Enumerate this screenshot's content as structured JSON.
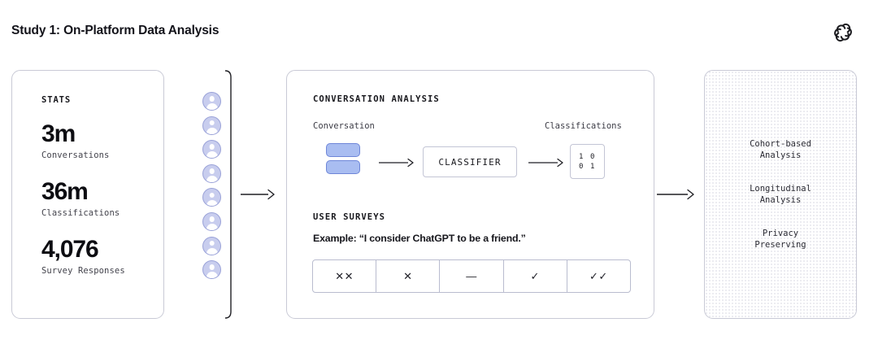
{
  "header": {
    "title": "Study 1: On-Platform Data Analysis",
    "logo_icon": "openai-logo-icon"
  },
  "stats_card": {
    "heading": "STATS",
    "items": [
      {
        "value": "3m",
        "label": "Conversations"
      },
      {
        "value": "36m",
        "label": "Classifications"
      },
      {
        "value": "4,076",
        "label": "Survey Responses"
      }
    ]
  },
  "users": {
    "avatar_icon": "user-avatar-icon",
    "count": 8
  },
  "connectors": {
    "bracket_icon": "curly-bracket-icon",
    "arrow_icon": "arrow-right-icon"
  },
  "analysis_panel": {
    "conversation_analysis": {
      "heading": "CONVERSATION ANALYSIS",
      "left_label": "Conversation",
      "right_label": "Classifications",
      "bubble_icon": "chat-bubble-icon",
      "classifier_label": "CLASSIFIER",
      "matrix_row_1": "1 0",
      "matrix_row_2": "0 1"
    },
    "user_surveys": {
      "heading": "USER SURVEYS",
      "example": "Example: “I consider ChatGPT to be a friend.”",
      "scale": [
        {
          "glyph": "✕✕",
          "icon": "double-cross-icon"
        },
        {
          "glyph": "✕",
          "icon": "cross-icon"
        },
        {
          "glyph": "—",
          "icon": "dash-icon"
        },
        {
          "glyph": "✓",
          "icon": "check-icon"
        },
        {
          "glyph": "✓✓",
          "icon": "double-check-icon"
        }
      ]
    }
  },
  "outputs_panel": {
    "items": [
      "Cohort-based\nAnalysis",
      "Longitudinal\nAnalysis",
      "Privacy\nPreserving"
    ]
  },
  "colors": {
    "card_border": "#c9cad6",
    "avatar_fill": "#c8cdee",
    "avatar_border": "#9aa2d8",
    "bubble_fill": "#a9bdf1",
    "bubble_border": "#6e86d8",
    "text_primary": "#16161a",
    "text_mono": "#3c3c46"
  }
}
